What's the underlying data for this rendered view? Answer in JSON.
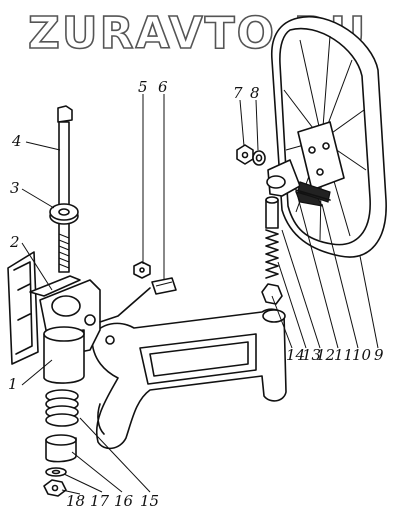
{
  "watermark": {
    "text": "ZURAVTO.RU"
  },
  "part_labels": {
    "p1": "1",
    "p2": "2",
    "p3": "3",
    "p4": "4",
    "p5": "5",
    "p6": "6",
    "p7": "7",
    "p8": "8",
    "p9": "9",
    "p10": "10",
    "p11": "11",
    "p12": "12",
    "p13": "13",
    "p14": "14",
    "p15": "15",
    "p16": "16",
    "p17": "17",
    "p18": "18"
  }
}
